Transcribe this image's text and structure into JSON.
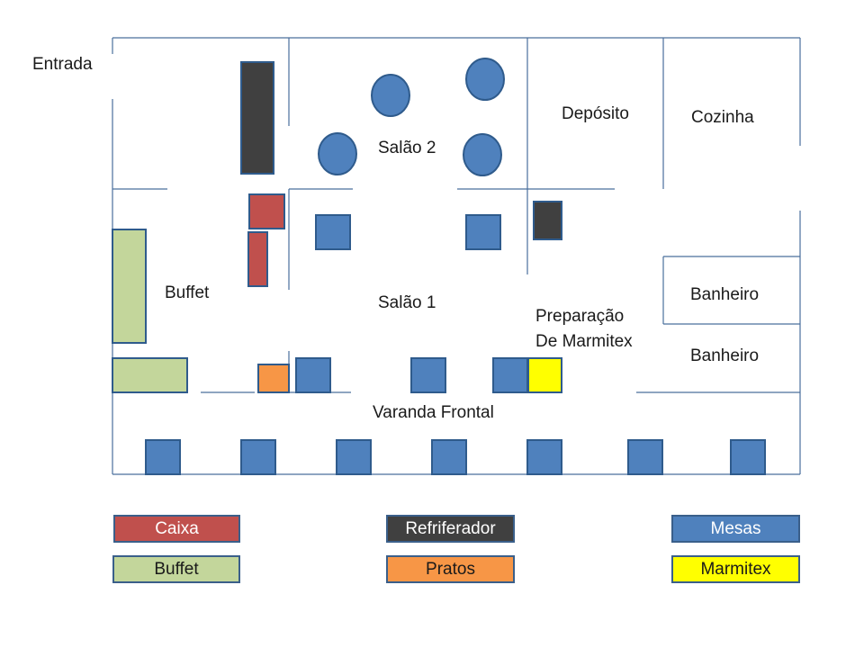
{
  "labels": {
    "entrada": "Entrada",
    "salao2": "Salão 2",
    "deposito": "Depósito",
    "cozinha": "Cozinha",
    "buffet": "Buffet",
    "salao1": "Salão 1",
    "banheiro1": "Banheiro",
    "banheiro2": "Banheiro",
    "preparacao_line1": "Preparação",
    "preparacao_line2": "De Marmitex",
    "varanda": "Varanda Frontal"
  },
  "legend": {
    "caixa": "Caixa",
    "refrigerador": "Refriferador",
    "mesas": "Mesas",
    "buffet": "Buffet",
    "pratos": "Pratos",
    "marmitex": "Marmitex"
  },
  "colors": {
    "wall": "#4a6f9c",
    "mesas": "#4f81bd",
    "mesas_border": "#2f5b8c",
    "caixa": "#c0504d",
    "refrigerador": "#404040",
    "buffet": "#c3d69b",
    "pratos": "#f79646",
    "marmitex": "#ffff00"
  }
}
